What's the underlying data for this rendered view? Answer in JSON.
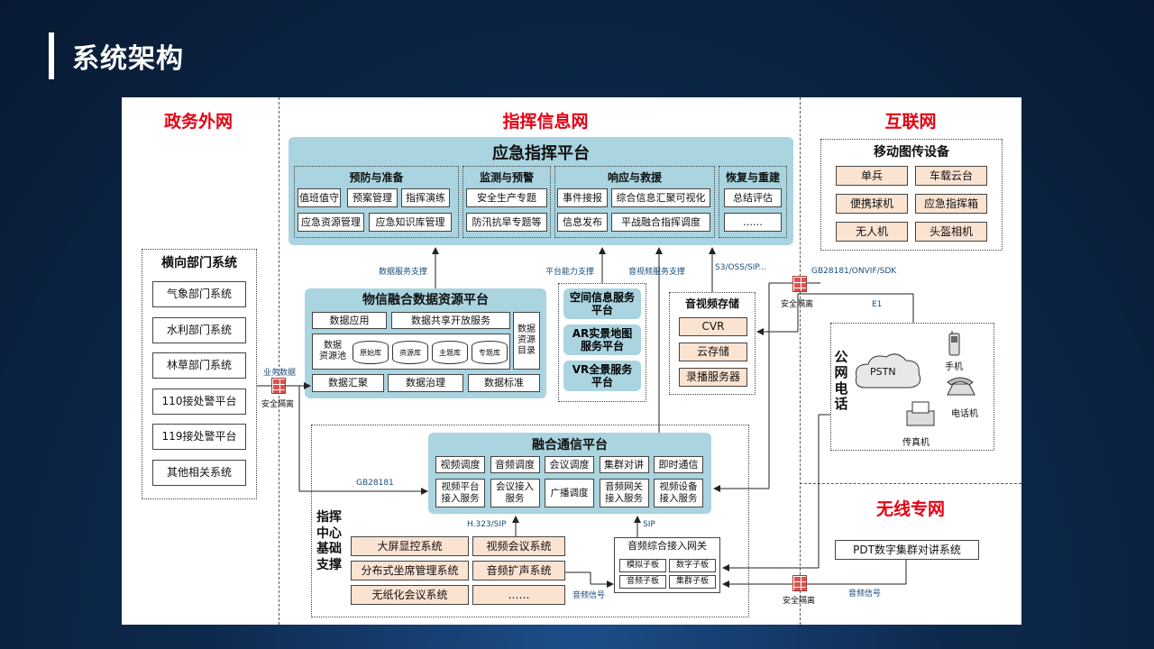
{
  "page_title": "系统架构",
  "zones": {
    "gov": "政务外网",
    "command": "指挥信息网",
    "internet": "互联网",
    "wireless": "无线专网"
  },
  "horizontal": {
    "title": "横向部门系统",
    "items": [
      "气象部门系统",
      "水利部门系统",
      "林草部门系统",
      "110接处警平台",
      "119接处警平台",
      "其他相关系统"
    ]
  },
  "emergency_platform": {
    "title": "应急指挥平台",
    "groups": [
      {
        "title": "预防与准备",
        "items": [
          "值班值守",
          "预案管理",
          "指挥演练",
          "应急资源管理",
          "应急知识库管理"
        ]
      },
      {
        "title": "监测与预警",
        "items": [
          "安全生产专题",
          "防汛抗旱专题等"
        ]
      },
      {
        "title": "响应与救援",
        "items": [
          "事件接报",
          "综合信息汇聚可视化",
          "信息发布",
          "平战融合指挥调度"
        ]
      },
      {
        "title": "恢复与重建",
        "items": [
          "总结评估",
          "……"
        ]
      }
    ]
  },
  "data_platform": {
    "title": "物信融合数据资源平台",
    "apps": [
      "数据应用",
      "数据共享开放服务"
    ],
    "pool_label": "数据\n资源池",
    "pools": [
      "原始库",
      "资源库",
      "主题库",
      "专题库"
    ],
    "catalog": "数据\n资源\n目录",
    "bottom": [
      "数据汇聚",
      "数据治理",
      "数据标准"
    ]
  },
  "spatial": [
    "空间信息服务平台",
    "AR实景地图服务平台",
    "VR全景服务平台"
  ],
  "av_storage": {
    "title": "音视频存储",
    "items": [
      "CVR",
      "云存储",
      "录播服务器"
    ]
  },
  "mobile": {
    "title": "移动图传设备",
    "items": [
      "单兵",
      "车载云台",
      "便携球机",
      "应急指挥箱",
      "无人机",
      "头盔相机"
    ]
  },
  "pstn": {
    "title": "公\n网\n电\n话",
    "cloud": "PSTN",
    "phone": "手机",
    "tel": "电话机",
    "fax": "传真机"
  },
  "comm_platform": {
    "title": "融合通信平台",
    "row1": [
      "视频调度",
      "音频调度",
      "会议调度",
      "集群对讲",
      "即时通信"
    ],
    "row2": [
      "视频平台\n接入服务",
      "会议接入\n服务",
      "广播调度",
      "音频网关\n接入服务",
      "视频设备\n接入服务"
    ]
  },
  "base": {
    "title": "指挥\n中心\n基础\n支撑",
    "left": [
      "大屏显控系统",
      "分布式坐席管理系统",
      "无纸化会议系统"
    ],
    "mid": [
      "视频会议系统",
      "音频扩声系统",
      "……"
    ],
    "gateway": {
      "title": "音频综合接入网关",
      "boards": [
        "模拟子板",
        "数字子板",
        "音频子板",
        "集群子板"
      ]
    }
  },
  "pdt": "PDT数字集群对讲系统",
  "labels": {
    "data_support": "数据服务支撑",
    "platform_support": "平台能力支撑",
    "av_support": "音视频服务支撑",
    "s3": "S3/OSS/SIP...",
    "gb_onvif": "GB28181/ONVIF/SDK",
    "e1": "E1",
    "biz_data": "业务数据",
    "isolation": "安全隔离",
    "gb28181": "GB28181",
    "h323": "H.323/SIP",
    "sip": "SIP",
    "audio_signal": "音频信号"
  }
}
